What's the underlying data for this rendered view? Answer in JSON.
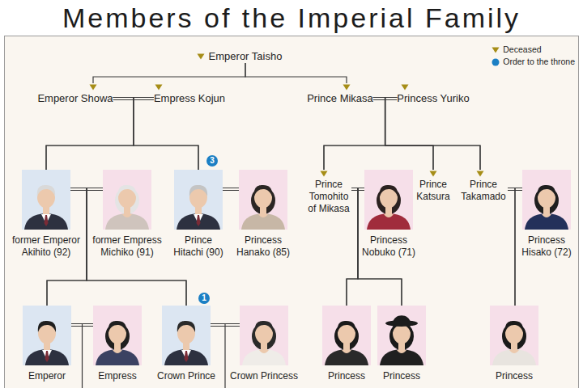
{
  "diagram": {
    "title": "Members of the Imperial Family",
    "nodes": [
      {
        "text": [
          "Emperor Taisho"
        ]
      },
      {
        "text": [
          "Emperor Showa"
        ]
      },
      {
        "text": [
          "Empress Kojun"
        ]
      },
      {
        "text": [
          "Prince Mikasa"
        ]
      },
      {
        "text": [
          "Princess Yuriko"
        ]
      },
      {
        "text": [
          "former Emperor Akihito (92)"
        ]
      },
      {
        "text": [
          "former Empress Michiko (91)"
        ]
      },
      {
        "text": [
          "Prince Hitachi (90)"
        ]
      },
      {
        "text": [
          "Princess Hanako (85)"
        ]
      },
      {
        "text": [
          "Prince Tomohito of Mikasa"
        ]
      },
      {
        "text": [
          "Princess Nobuko (71)"
        ]
      },
      {
        "text": [
          "Prince Katsura"
        ]
      },
      {
        "text": [
          "Prince Takamado"
        ]
      },
      {
        "text": [
          "Princess Hisako (72)"
        ]
      },
      {
        "text": [
          "Emperor"
        ]
      },
      {
        "text": [
          "Empress"
        ]
      },
      {
        "text": [
          "Crown Prince"
        ]
      },
      {
        "text": [
          "Crown Princess"
        ]
      },
      {
        "text": [
          "Princess"
        ]
      },
      {
        "text": [
          "Princess"
        ]
      },
      {
        "text": [
          "Princess"
        ]
      }
    ],
    "edges": [
      {
        "from": 0,
        "to": 1,
        "arrow": "none"
      },
      {
        "from": 0,
        "to": 3,
        "arrow": "none"
      },
      {
        "from": 1,
        "to": 2,
        "arrow": "none"
      },
      {
        "from": 3,
        "to": 4,
        "arrow": "none"
      },
      {
        "from": 1,
        "to": 5,
        "arrow": "none"
      },
      {
        "from": 2,
        "to": 5,
        "arrow": "none"
      },
      {
        "from": 1,
        "to": 7,
        "arrow": "none"
      },
      {
        "from": 2,
        "to": 7,
        "arrow": "none"
      },
      {
        "from": 3,
        "to": 9,
        "arrow": "none"
      },
      {
        "from": 4,
        "to": 9,
        "arrow": "none"
      },
      {
        "from": 3,
        "to": 11,
        "arrow": "none"
      },
      {
        "from": 4,
        "to": 11,
        "arrow": "none"
      },
      {
        "from": 3,
        "to": 12,
        "arrow": "none"
      },
      {
        "from": 4,
        "to": 12,
        "arrow": "none"
      },
      {
        "from": 5,
        "to": 6,
        "arrow": "none"
      },
      {
        "from": 7,
        "to": 8,
        "arrow": "none"
      },
      {
        "from": 9,
        "to": 10,
        "arrow": "none"
      },
      {
        "from": 12,
        "to": 13,
        "arrow": "none"
      },
      {
        "from": 5,
        "to": 14,
        "arrow": "none"
      },
      {
        "from": 6,
        "to": 14,
        "arrow": "none"
      },
      {
        "from": 5,
        "to": 16,
        "arrow": "none"
      },
      {
        "from": 6,
        "to": 16,
        "arrow": "none"
      },
      {
        "from": 9,
        "to": 18,
        "arrow": "none"
      },
      {
        "from": 10,
        "to": 18,
        "arrow": "none"
      },
      {
        "from": 9,
        "to": 19,
        "arrow": "none"
      },
      {
        "from": 10,
        "to": 19,
        "arrow": "none"
      },
      {
        "from": 12,
        "to": 20,
        "arrow": "none"
      },
      {
        "from": 13,
        "to": 20,
        "arrow": "none"
      },
      {
        "from": 14,
        "to": 15,
        "arrow": "none"
      },
      {
        "from": 16,
        "to": 17,
        "arrow": "none"
      }
    ],
    "labels": [
      "3",
      "1"
    ],
    "legend": [
      {
        "text": "Deceased"
      },
      {
        "text": "Order to the throne"
      }
    ]
  }
}
